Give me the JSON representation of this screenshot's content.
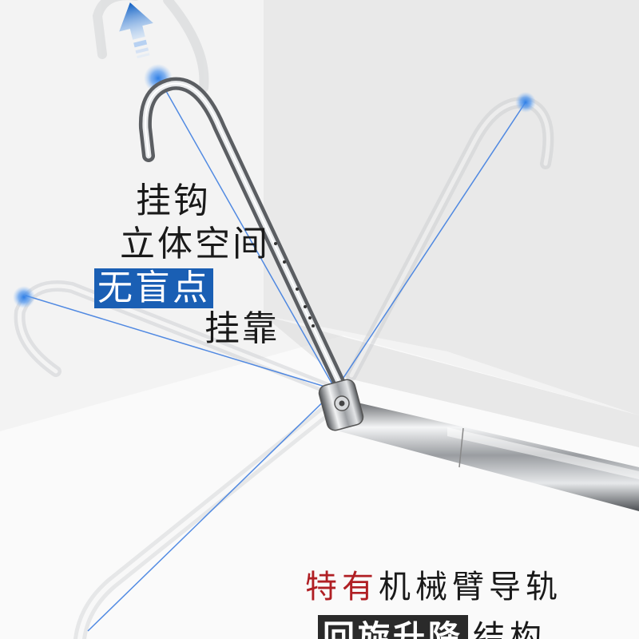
{
  "left_copy": {
    "line1": "挂钩",
    "line2": "立体空间",
    "line3_highlight": "无盲点",
    "line3_rest": "挂靠"
  },
  "bottom_copy": {
    "line1_red": "特有",
    "line1_rest": "机械臂导轨",
    "line2_dark": "回旋升降",
    "line2_rest": "结构"
  },
  "colors": {
    "accent_blue": "#1a5fb4",
    "accent_red": "#b01f24",
    "dark_box": "#2a2a2a"
  },
  "icons": [
    "up-arrow-icon",
    "swivel-joint-icon"
  ]
}
